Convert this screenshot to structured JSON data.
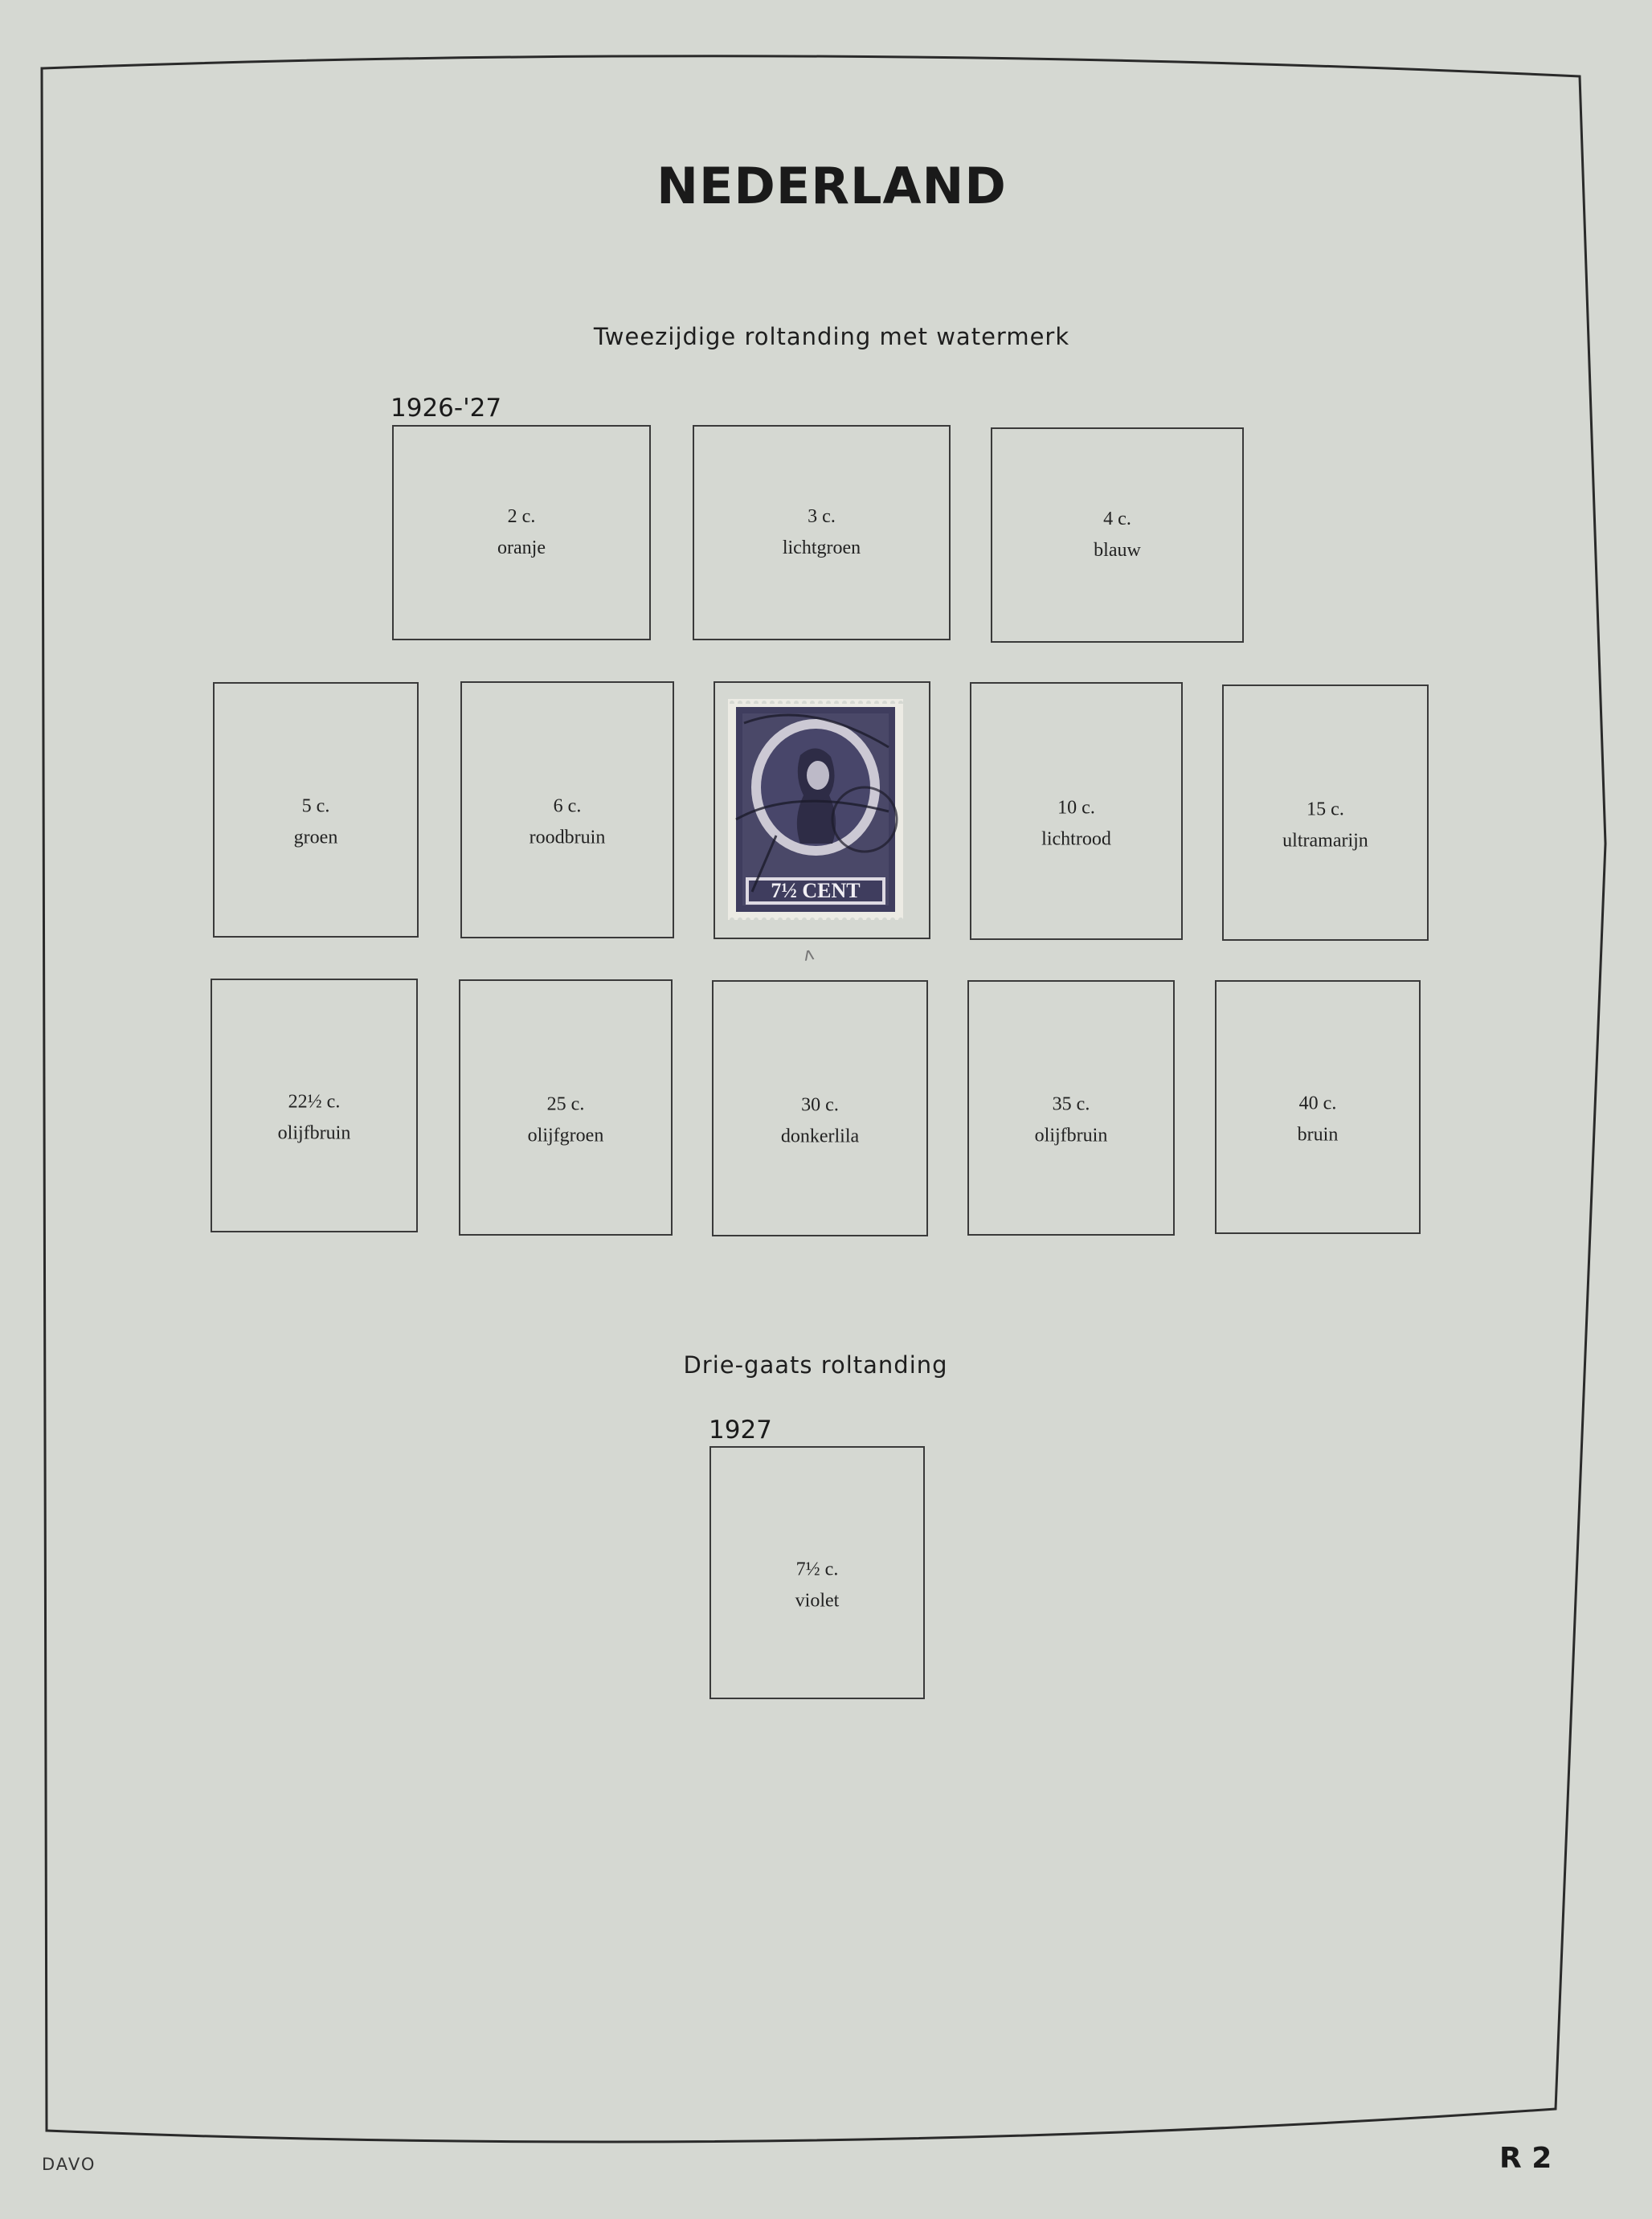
{
  "header": {
    "title": "NEDERLAND"
  },
  "section1": {
    "subtitle": "Tweezijdige roltanding met watermerk",
    "year": "1926-'27",
    "row1": [
      {
        "value": "2 c.",
        "color": "oranje"
      },
      {
        "value": "3 c.",
        "color": "lichtgroen"
      },
      {
        "value": "4 c.",
        "color": "blauw"
      }
    ],
    "row2": [
      {
        "value": "5 c.",
        "color": "groen"
      },
      {
        "value": "6 c.",
        "color": "roodbruin"
      },
      {
        "value": "7½ c.",
        "color": "violet",
        "filled": true,
        "stamp_text": "7½ CENT"
      },
      {
        "value": "10 c.",
        "color": "lichtrood"
      },
      {
        "value": "15 c.",
        "color": "ultramarijn"
      }
    ],
    "row3": [
      {
        "value": "22½ c.",
        "color": "olijfbruin"
      },
      {
        "value": "25 c.",
        "color": "olijfgroen"
      },
      {
        "value": "30 c.",
        "color": "donkerlila"
      },
      {
        "value": "35 c.",
        "color": "olijfbruin"
      },
      {
        "value": "40 c.",
        "color": "bruin"
      }
    ]
  },
  "section2": {
    "subtitle": "Drie-gaats roltanding",
    "year": "1927",
    "boxes": [
      {
        "value": "7½ c.",
        "color": "violet"
      }
    ]
  },
  "footer": {
    "publisher": "DAVO",
    "page": "R 2"
  },
  "colors": {
    "page": "#d5d8d2",
    "stamp_ink": "#3f3d5e",
    "border": "#2a2a2a"
  }
}
